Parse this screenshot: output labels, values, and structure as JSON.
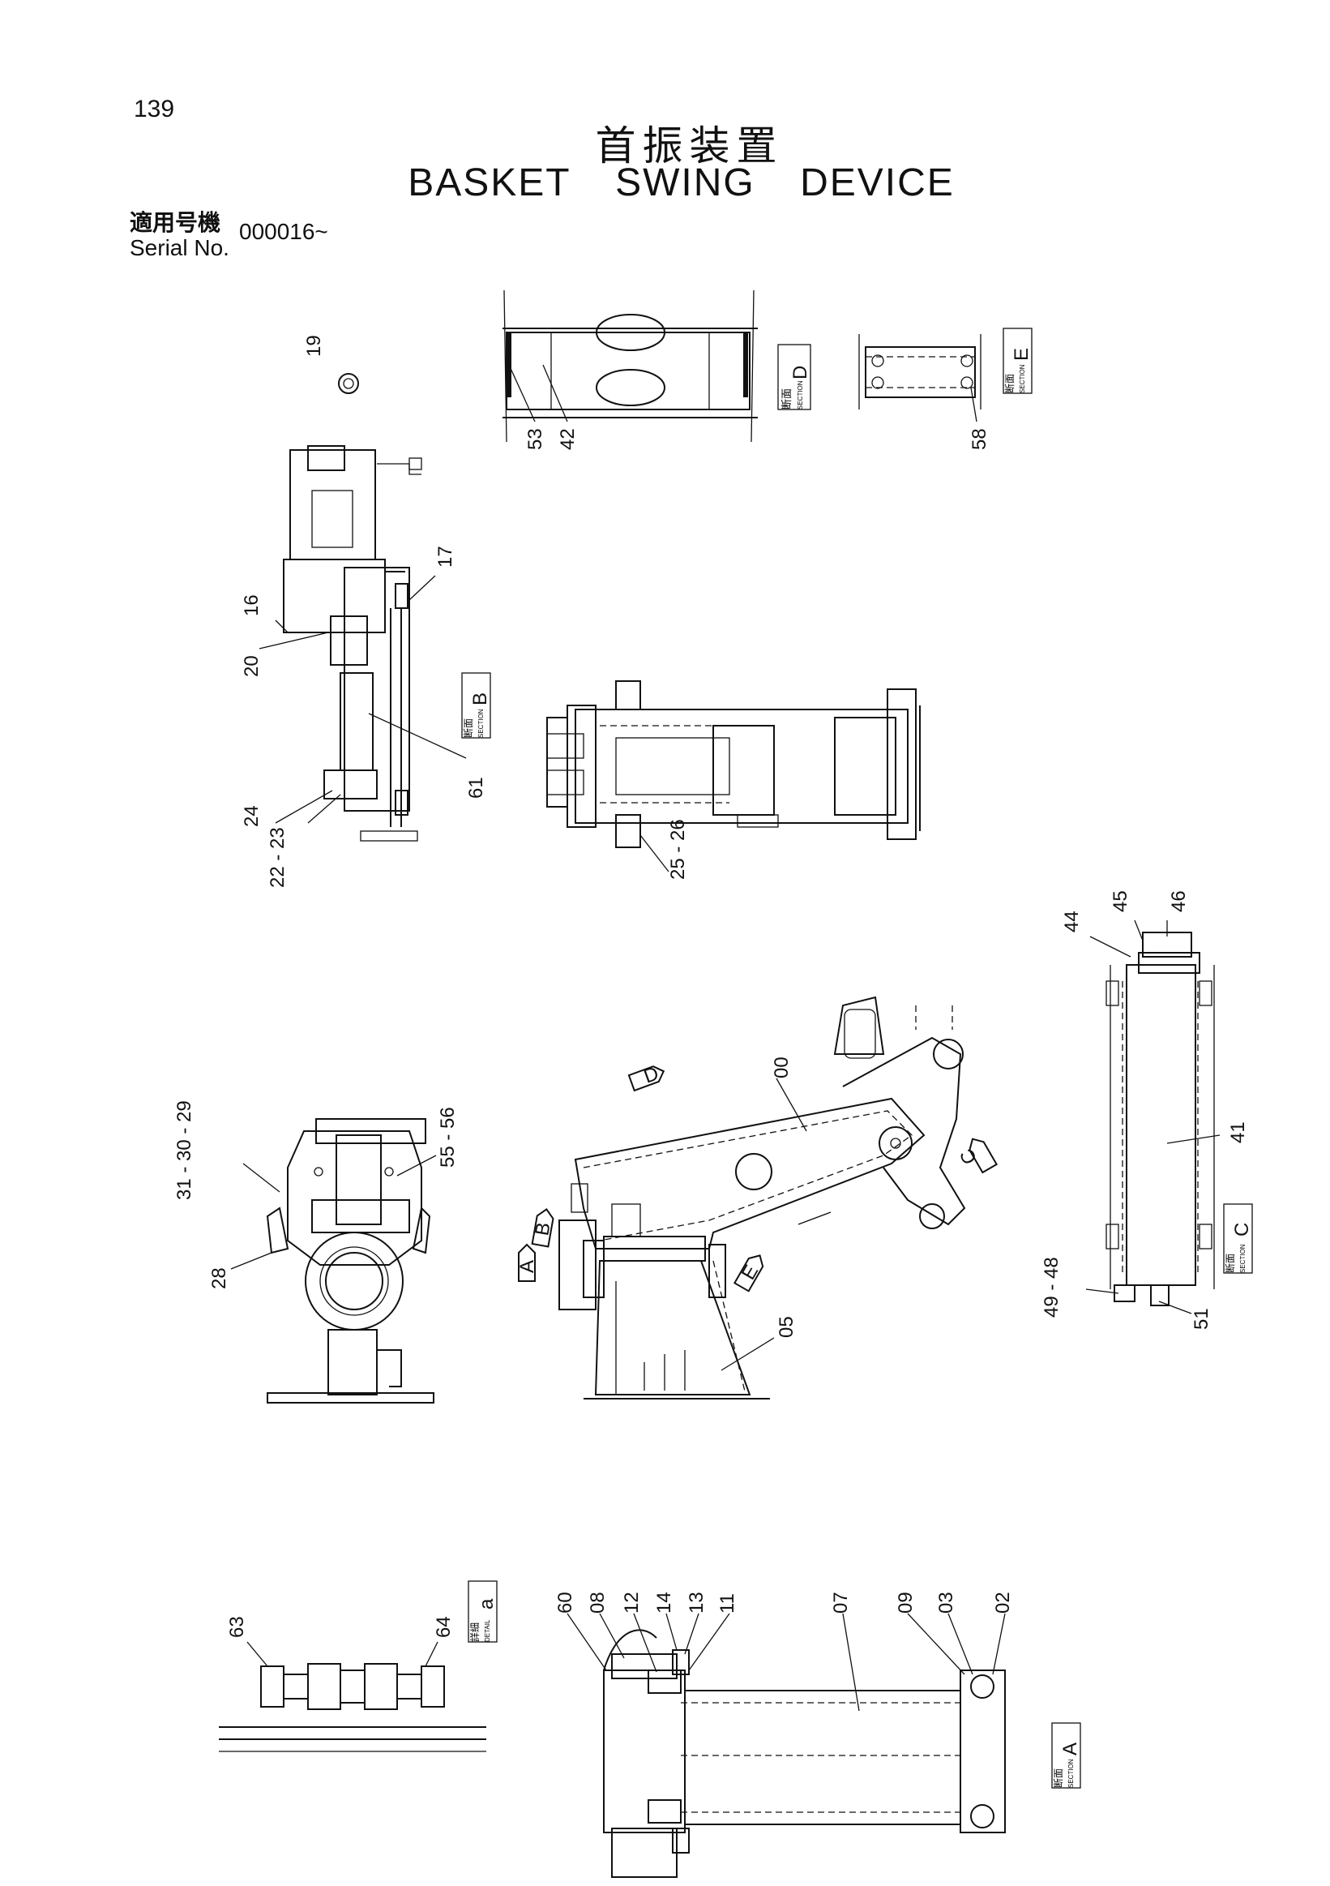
{
  "header": {
    "page_number": "139",
    "title_jp": "首振装置",
    "title_en": "BASKET  SWING  DEVICE",
    "serial_label_jp": "適用号機",
    "serial_label_en": "Serial No.",
    "serial_value": "000016~"
  },
  "section_tags": {
    "section_jp": "断面",
    "section_en": "SECTION",
    "detail_jp": "詳細",
    "detail_en": "DETAIL",
    "D": "D",
    "E": "E",
    "B": "B",
    "C": "C",
    "A": "A",
    "a": "a"
  },
  "view_arrows": {
    "A": "A",
    "B": "B",
    "C": "C",
    "D": "D",
    "E": "E"
  },
  "part_labels": {
    "p19": "19",
    "p53": "53",
    "p42": "42",
    "p58": "58",
    "p17": "17",
    "p16": "16",
    "p20": "20",
    "p61": "61",
    "p24": "24",
    "p22_23": "22 - 23",
    "p25_26": "25 - 26",
    "p44": "44",
    "p45": "45",
    "p46": "46",
    "p41": "41",
    "p49_48": "49 - 48",
    "p51": "51",
    "p00": "00",
    "p05": "05",
    "p31_30_29": "31 - 30 - 29",
    "p55_56": "55 - 56",
    "p28": "28",
    "p63": "63",
    "p64": "64",
    "p60": "60",
    "p08": "08",
    "p12": "12",
    "p14": "14",
    "p13": "13",
    "p11": "11",
    "p07": "07",
    "p09": "09",
    "p03": "03",
    "p02": "02"
  }
}
